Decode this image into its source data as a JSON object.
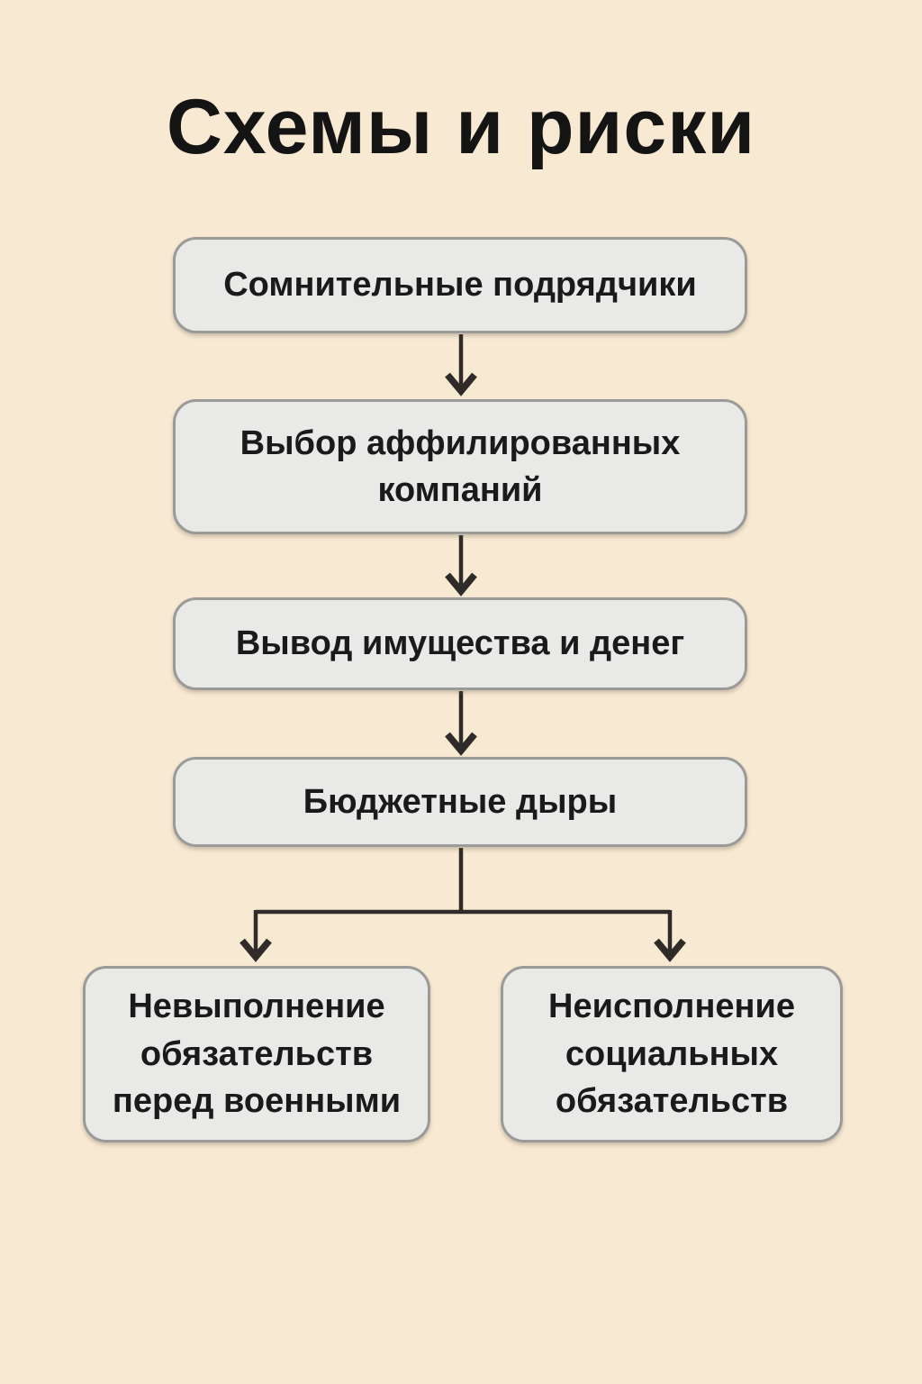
{
  "title": "Схемы и риски",
  "colors": {
    "background": "#f8e9d2",
    "box_fill": "#e9e9e8",
    "box_border": "#9a9a98",
    "text": "#1a1a1a",
    "arrow": "#2e2b28"
  },
  "flow": {
    "nodes": [
      {
        "id": "n1",
        "label": "Сомнительные подрядчики"
      },
      {
        "id": "n2",
        "label": "Выбор аффилированных компаний"
      },
      {
        "id": "n3",
        "label": "Вывод имущества и денег"
      },
      {
        "id": "n4",
        "label": "Бюджетные дыры"
      },
      {
        "id": "n5",
        "label": "Невыполнение обязательств перед военными"
      },
      {
        "id": "n6",
        "label": "Неисполнение социальных обязательств"
      }
    ],
    "edges": [
      {
        "from": "n1",
        "to": "n2"
      },
      {
        "from": "n2",
        "to": "n3"
      },
      {
        "from": "n3",
        "to": "n4"
      },
      {
        "from": "n4",
        "to": "n5"
      },
      {
        "from": "n4",
        "to": "n6"
      }
    ]
  }
}
